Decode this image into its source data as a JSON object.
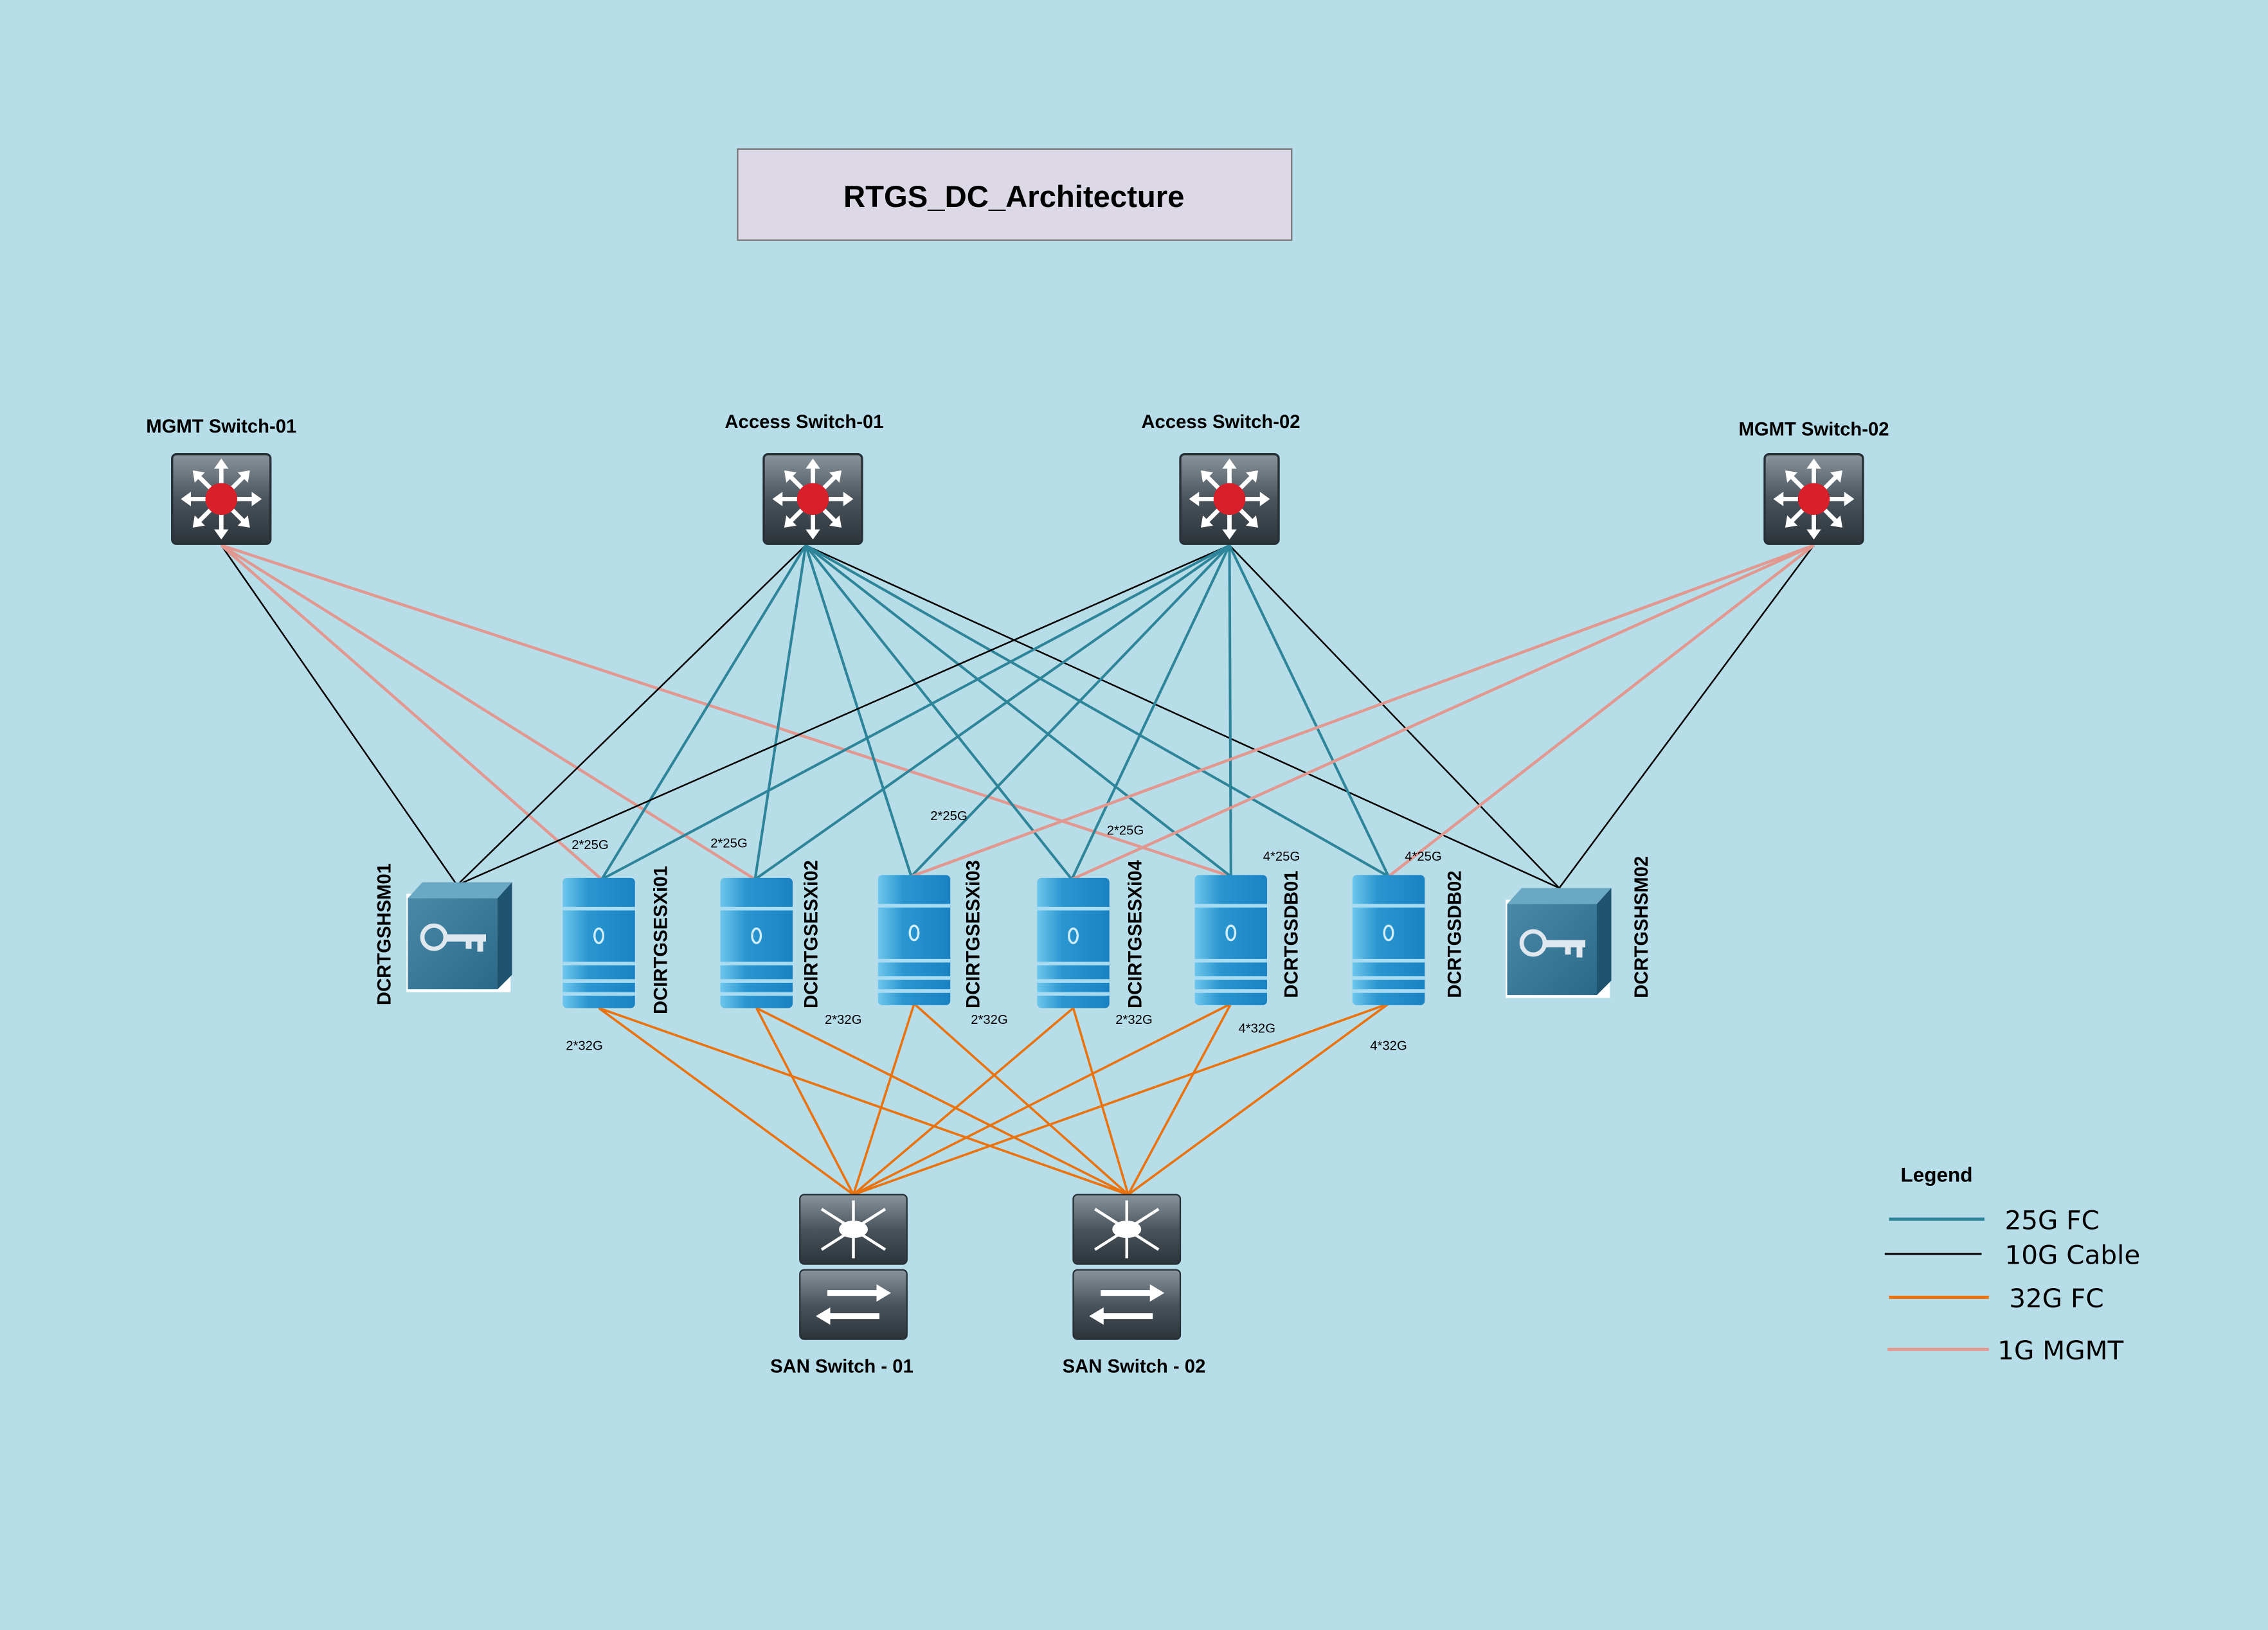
{
  "title": "RTGS_DC_Architecture",
  "colors": {
    "background": "#b7dde8",
    "link_25g_fc": "#2e8498",
    "link_10g_cable": "#000000",
    "link_32g_fc": "#e8730f",
    "link_1g_mgmt": "#e09890",
    "title_box": "#dcd8e6"
  },
  "nodes": [
    {
      "id": "mgmt1",
      "type": "switch",
      "icon": "layer3-switch-icon",
      "label": "MGMT Switch-01"
    },
    {
      "id": "acc1",
      "type": "switch",
      "icon": "layer3-switch-icon",
      "label": "Access Switch-01"
    },
    {
      "id": "acc2",
      "type": "switch",
      "icon": "layer3-switch-icon",
      "label": "Access Switch-02"
    },
    {
      "id": "mgmt2",
      "type": "switch",
      "icon": "layer3-switch-icon",
      "label": "MGMT Switch-02"
    },
    {
      "id": "hsm1",
      "type": "hsm",
      "icon": "hsm-key-icon",
      "label": "DCRTGSHSM01"
    },
    {
      "id": "esx1",
      "type": "server",
      "icon": "server-icon",
      "label": "DCIRTGSESXi01"
    },
    {
      "id": "esx2",
      "type": "server",
      "icon": "server-icon",
      "label": "DCIRTGSESXi02"
    },
    {
      "id": "esx3",
      "type": "server",
      "icon": "server-icon",
      "label": "DCIRTGSESXi03"
    },
    {
      "id": "esx4",
      "type": "server",
      "icon": "server-icon",
      "label": "DCIRTGSESXi04"
    },
    {
      "id": "db1",
      "type": "server",
      "icon": "server-icon",
      "label": "DCRTGSDB01"
    },
    {
      "id": "db2",
      "type": "server",
      "icon": "server-icon",
      "label": "DCRTGSDB02"
    },
    {
      "id": "hsm2",
      "type": "hsm",
      "icon": "hsm-key-icon",
      "label": "DCRTGSHSM02"
    },
    {
      "id": "san1",
      "type": "san",
      "icon": "san-switch-icon",
      "label": "SAN Switch - 01"
    },
    {
      "id": "san2",
      "type": "san",
      "icon": "san-switch-icon",
      "label": "SAN Switch - 02"
    }
  ],
  "links": [
    {
      "from": "mgmt1",
      "to": "hsm1",
      "kind": "10g"
    },
    {
      "from": "mgmt1",
      "to": "esx1",
      "kind": "1g"
    },
    {
      "from": "mgmt1",
      "to": "esx2",
      "kind": "1g"
    },
    {
      "from": "mgmt1",
      "to": "db1",
      "kind": "1g"
    },
    {
      "from": "acc1",
      "to": "hsm1",
      "kind": "10g"
    },
    {
      "from": "acc1",
      "to": "hsm2",
      "kind": "10g"
    },
    {
      "from": "acc1",
      "to": "esx1",
      "kind": "25g"
    },
    {
      "from": "acc1",
      "to": "esx2",
      "kind": "25g"
    },
    {
      "from": "acc1",
      "to": "esx3",
      "kind": "25g"
    },
    {
      "from": "acc1",
      "to": "esx4",
      "kind": "25g"
    },
    {
      "from": "acc1",
      "to": "db1",
      "kind": "25g"
    },
    {
      "from": "acc1",
      "to": "db2",
      "kind": "25g"
    },
    {
      "from": "acc2",
      "to": "hsm1",
      "kind": "10g"
    },
    {
      "from": "acc2",
      "to": "hsm2",
      "kind": "10g"
    },
    {
      "from": "acc2",
      "to": "esx1",
      "kind": "25g"
    },
    {
      "from": "acc2",
      "to": "esx2",
      "kind": "25g"
    },
    {
      "from": "acc2",
      "to": "esx3",
      "kind": "25g"
    },
    {
      "from": "acc2",
      "to": "esx4",
      "kind": "25g"
    },
    {
      "from": "acc2",
      "to": "db1",
      "kind": "25g"
    },
    {
      "from": "acc2",
      "to": "db2",
      "kind": "25g"
    },
    {
      "from": "mgmt2",
      "to": "hsm2",
      "kind": "10g"
    },
    {
      "from": "mgmt2",
      "to": "esx3",
      "kind": "1g"
    },
    {
      "from": "mgmt2",
      "to": "esx4",
      "kind": "1g"
    },
    {
      "from": "mgmt2",
      "to": "db2",
      "kind": "1g"
    },
    {
      "from": "esx1",
      "to": "san1",
      "kind": "32g"
    },
    {
      "from": "esx1",
      "to": "san2",
      "kind": "32g"
    },
    {
      "from": "esx2",
      "to": "san1",
      "kind": "32g"
    },
    {
      "from": "esx2",
      "to": "san2",
      "kind": "32g"
    },
    {
      "from": "esx3",
      "to": "san1",
      "kind": "32g"
    },
    {
      "from": "esx3",
      "to": "san2",
      "kind": "32g"
    },
    {
      "from": "esx4",
      "to": "san1",
      "kind": "32g"
    },
    {
      "from": "esx4",
      "to": "san2",
      "kind": "32g"
    },
    {
      "from": "db1",
      "to": "san1",
      "kind": "32g"
    },
    {
      "from": "db1",
      "to": "san2",
      "kind": "32g"
    },
    {
      "from": "db2",
      "to": "san1",
      "kind": "32g"
    },
    {
      "from": "db2",
      "to": "san2",
      "kind": "32g"
    }
  ],
  "edge_labels": [
    {
      "node": "esx1",
      "side": "top",
      "text": "2*25G"
    },
    {
      "node": "esx2",
      "side": "top",
      "text": "2*25G"
    },
    {
      "node": "esx3",
      "side": "top",
      "text": "2*25G"
    },
    {
      "node": "esx4",
      "side": "top",
      "text": "2*25G"
    },
    {
      "node": "db1",
      "side": "top",
      "text": "4*25G"
    },
    {
      "node": "db2",
      "side": "top",
      "text": "4*25G"
    },
    {
      "node": "esx1",
      "side": "bottom",
      "text": "2*32G"
    },
    {
      "node": "esx2",
      "side": "bottom",
      "text": "2*32G"
    },
    {
      "node": "esx3",
      "side": "bottom",
      "text": "2*32G"
    },
    {
      "node": "esx4",
      "side": "bottom",
      "text": "2*32G"
    },
    {
      "node": "db1",
      "side": "bottom",
      "text": "4*32G"
    },
    {
      "node": "db2",
      "side": "bottom",
      "text": "4*32G"
    }
  ],
  "legend": {
    "title": "Legend",
    "items": [
      {
        "kind": "25g",
        "label": "25G FC"
      },
      {
        "kind": "10g",
        "label": "10G Cable"
      },
      {
        "kind": "32g",
        "label": "32G FC"
      },
      {
        "kind": "1g",
        "label": "1G MGMT"
      }
    ]
  }
}
